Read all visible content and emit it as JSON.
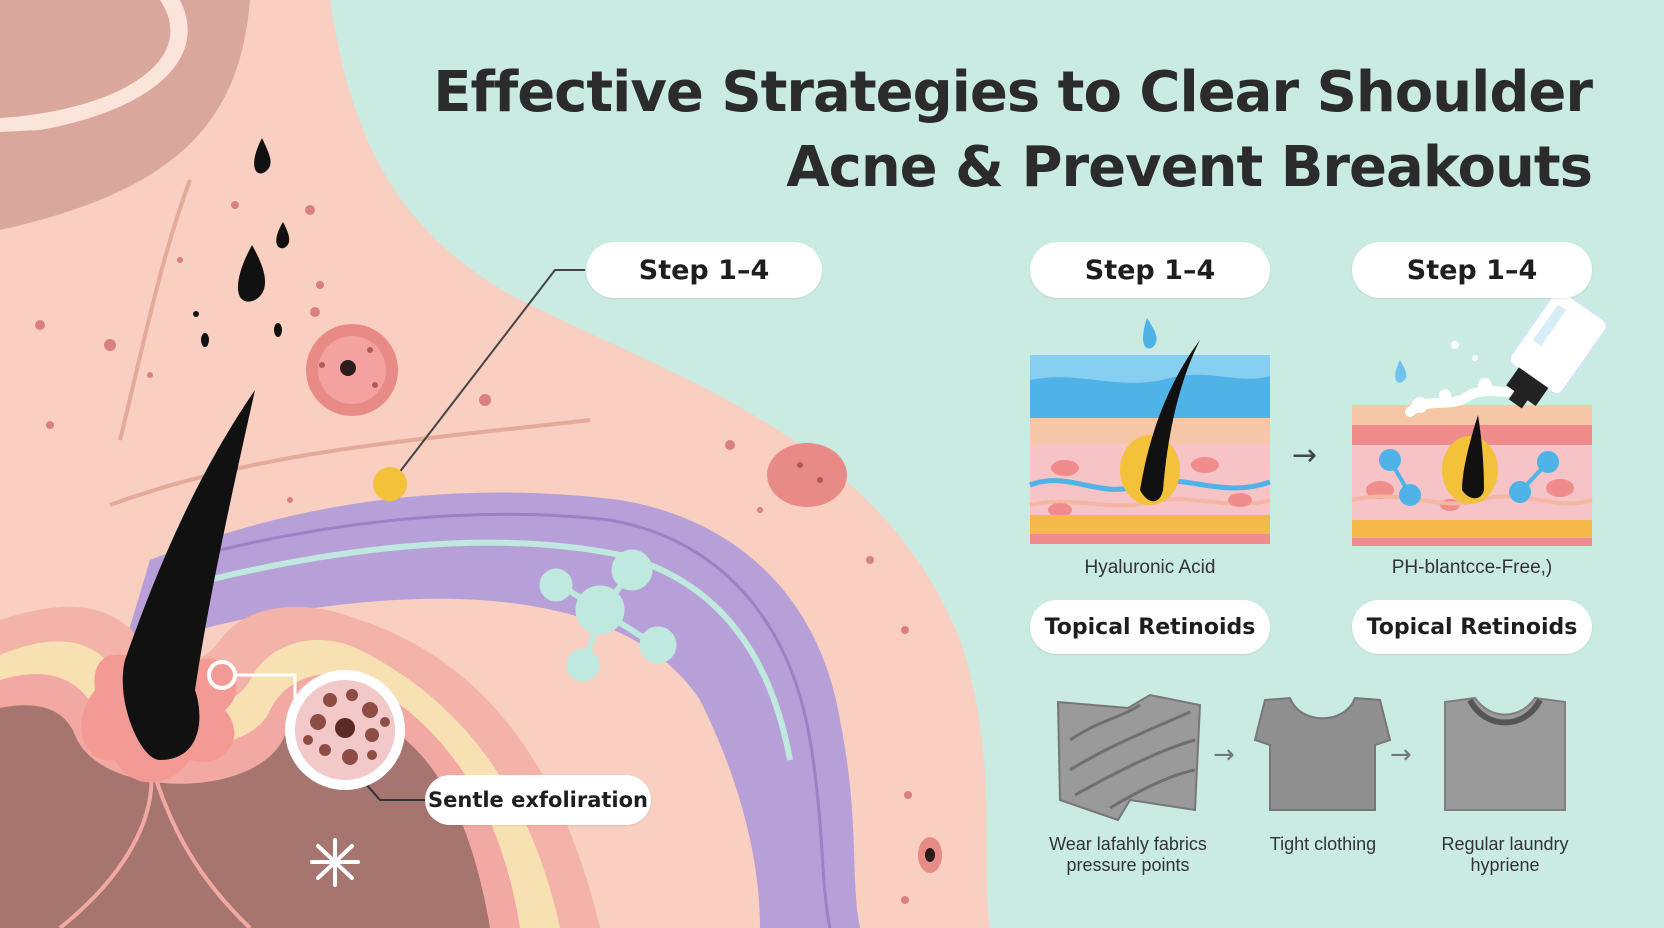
{
  "title": {
    "line1": "Effective Strategies to Clear Shoulder",
    "line2": "Acne & Prevent Breakouts"
  },
  "steps": [
    {
      "label": "Step 1–4"
    },
    {
      "label": "Step 1–4"
    },
    {
      "label": "Step 1–4"
    }
  ],
  "panels": [
    {
      "caption": "Hyaluronic Acid",
      "badge": "Topical Retinoids"
    },
    {
      "caption": "PH-blantcce-Free,)",
      "badge": "Topical Retinoids"
    }
  ],
  "exfoliation": {
    "label": "Sentle exfoliration"
  },
  "clothing": [
    {
      "line1": "Wear lafahly fabrics",
      "line2": "pressure points"
    },
    {
      "line1": "Tight clothing",
      "line2": ""
    },
    {
      "line1": "Regular laundry",
      "line2": "hypriene"
    }
  ],
  "arrows": {
    "right": "→"
  },
  "icons": {
    "water-drop": "water-drop-icon",
    "molecule": "molecule-icon",
    "sparkle": "sparkle-icon",
    "bottle": "cleanser-bottle-icon"
  },
  "colors": {
    "background": "#c9ebe2",
    "skin": "#f8cfc0",
    "purple": "#b7a0d8",
    "hair": "#111111",
    "accent_yellow": "#f3c13a",
    "water": "#4fb3e8"
  }
}
